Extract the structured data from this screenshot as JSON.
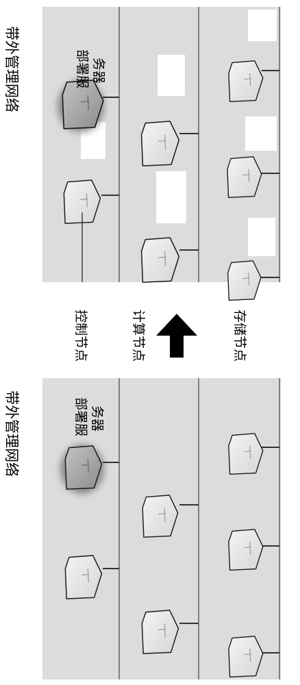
{
  "top_panel": {
    "network_label": "带外管理网络",
    "deploy_server_label_line1": "部署服",
    "deploy_server_label_line2": "务器",
    "control_node_label": "控制节点",
    "compute_node_label": "计算节点",
    "storage_node_label": "存储节点"
  },
  "bottom_panel": {
    "network_label": "带外管理网络",
    "deploy_server_label_line1": "部署服",
    "deploy_server_label_line2": "务器"
  },
  "colors": {
    "panel_bg": "#dcdcdc",
    "line": "#6a6a6a",
    "node_fill": "#eeeeee",
    "deploy_fill": "#a8a8a8",
    "arrow": "#000000"
  },
  "icons": {
    "server": "server-node-icon",
    "arrow": "up-arrow-icon"
  }
}
